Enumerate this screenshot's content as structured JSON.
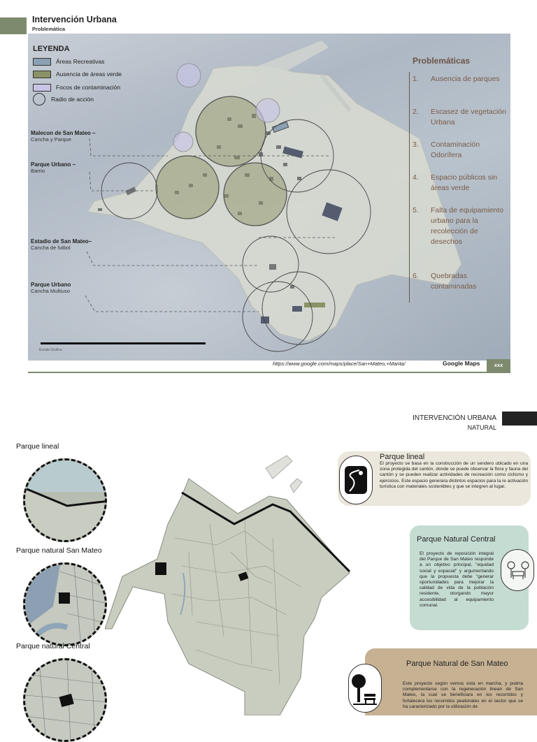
{
  "top": {
    "header": {
      "title": "Intervención Urbana",
      "subtitle": "Problemática"
    },
    "legend": {
      "title": "LEYENDA",
      "items": [
        {
          "label": "Áreas Recreativas",
          "color": "#8aa0b4"
        },
        {
          "label": "Ausencia de áreas verde",
          "color": "#8b9266"
        },
        {
          "label": "Focos de contaminación",
          "color": "#c8c4e6"
        },
        {
          "label": "Radio de acción",
          "color": "none"
        }
      ]
    },
    "place_labels": [
      {
        "title": "Malecon de San Mateo –",
        "sub": "Cancha y Parque"
      },
      {
        "title": "Parque Urbano –",
        "sub": "Barrio"
      },
      {
        "title": "Estadio de San Mateo–",
        "sub": "Cancha de futbol"
      },
      {
        "title": "Parque Urbano",
        "sub": "Cancha Multiuso"
      }
    ],
    "problems": {
      "title": "Problemáticas",
      "items": [
        {
          "n": "1.",
          "text": "Ausencia de parques"
        },
        {
          "n": "2.",
          "text": "Escasez de vegetación Urbana"
        },
        {
          "n": "3.",
          "text": "Contaminación Odorífera"
        },
        {
          "n": "4.",
          "text": "Espacio públicos sin áreas verde"
        },
        {
          "n": "5.",
          "text": "Falta de equipamiento urbano para la recolección de desechos"
        },
        {
          "n": "6.",
          "text": "Quebradas contaminadas"
        }
      ]
    },
    "scale_label": "Escala Grafica",
    "footer": {
      "url": "https://www.google.com/maps/place/San+Mateo,+Manta/",
      "source": "Google Maps",
      "page": "xxx"
    },
    "colors": {
      "accent_green": "#7d8a6e",
      "problem_brown": "#7a5a46"
    }
  },
  "bottom": {
    "header": {
      "title": "INTERVENCIÓN URBANA",
      "subtitle": "NATURAL"
    },
    "circle_labels": [
      "Parque lineal",
      "Parque natural San Mateo",
      "Parque natural Central"
    ],
    "cards": [
      {
        "title": "Parque lineal",
        "text": "El proyecto se basa en la construcción de un sendero ubicado en una zona protegida del cantón, donde se puede observar la flora y fauna del cantón y se pueden realizar actividades de recreación como ciclismo y ejercicios. Este espacio generara distintos espacios para la re activación turística con materiales sostenibles y que se integren al lugar.",
        "color": "#ebe7dc"
      },
      {
        "title": "Parque Natural Central",
        "text": "El proyecto de reposición integral del Parque de San Mateo responde a un objetivo principal, \"equidad social y espacial\" y argumentando que la propuesta debe \"generar oportunidades para mejorar la calidad de vida de la población residente, otorgando mayor accesibilidad al equipamiento comunal.",
        "color": "#c5dcd3"
      },
      {
        "title": "Parque Natural de San Mateo",
        "text": "Este proyecto según vemos esta en marcha, y podría complementarse con la regeneración linean de San Mateo, la cual se beneficiara en los recorridos y fortalecera los recorridos peatonales en el sector que se ha caracterizado por la utilización de",
        "color": "#c6b193"
      }
    ]
  }
}
